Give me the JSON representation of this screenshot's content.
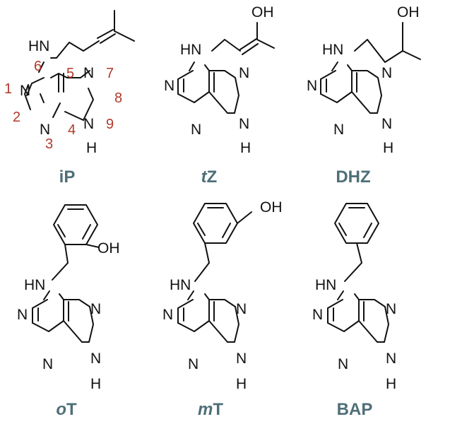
{
  "molecules": [
    {
      "name": "iP",
      "prefix": "",
      "rest": "iP"
    },
    {
      "name": "tZ",
      "prefix": "t",
      "rest": "Z"
    },
    {
      "name": "DHZ",
      "prefix": "",
      "rest": "DHZ"
    },
    {
      "name": "oT",
      "prefix": "o",
      "rest": "T"
    },
    {
      "name": "mT",
      "prefix": "m",
      "rest": "T"
    },
    {
      "name": "BAP",
      "prefix": "",
      "rest": "BAP"
    }
  ],
  "atoms": {
    "n": "N",
    "hn": "HN",
    "h": "H",
    "oh": "OH"
  },
  "ring_numbering": [
    "1",
    "2",
    "3",
    "4",
    "5",
    "6",
    "7",
    "8",
    "9"
  ],
  "colors": {
    "numbering": "#b0392b",
    "caption": "#4f6f78",
    "bond": "#111111"
  }
}
